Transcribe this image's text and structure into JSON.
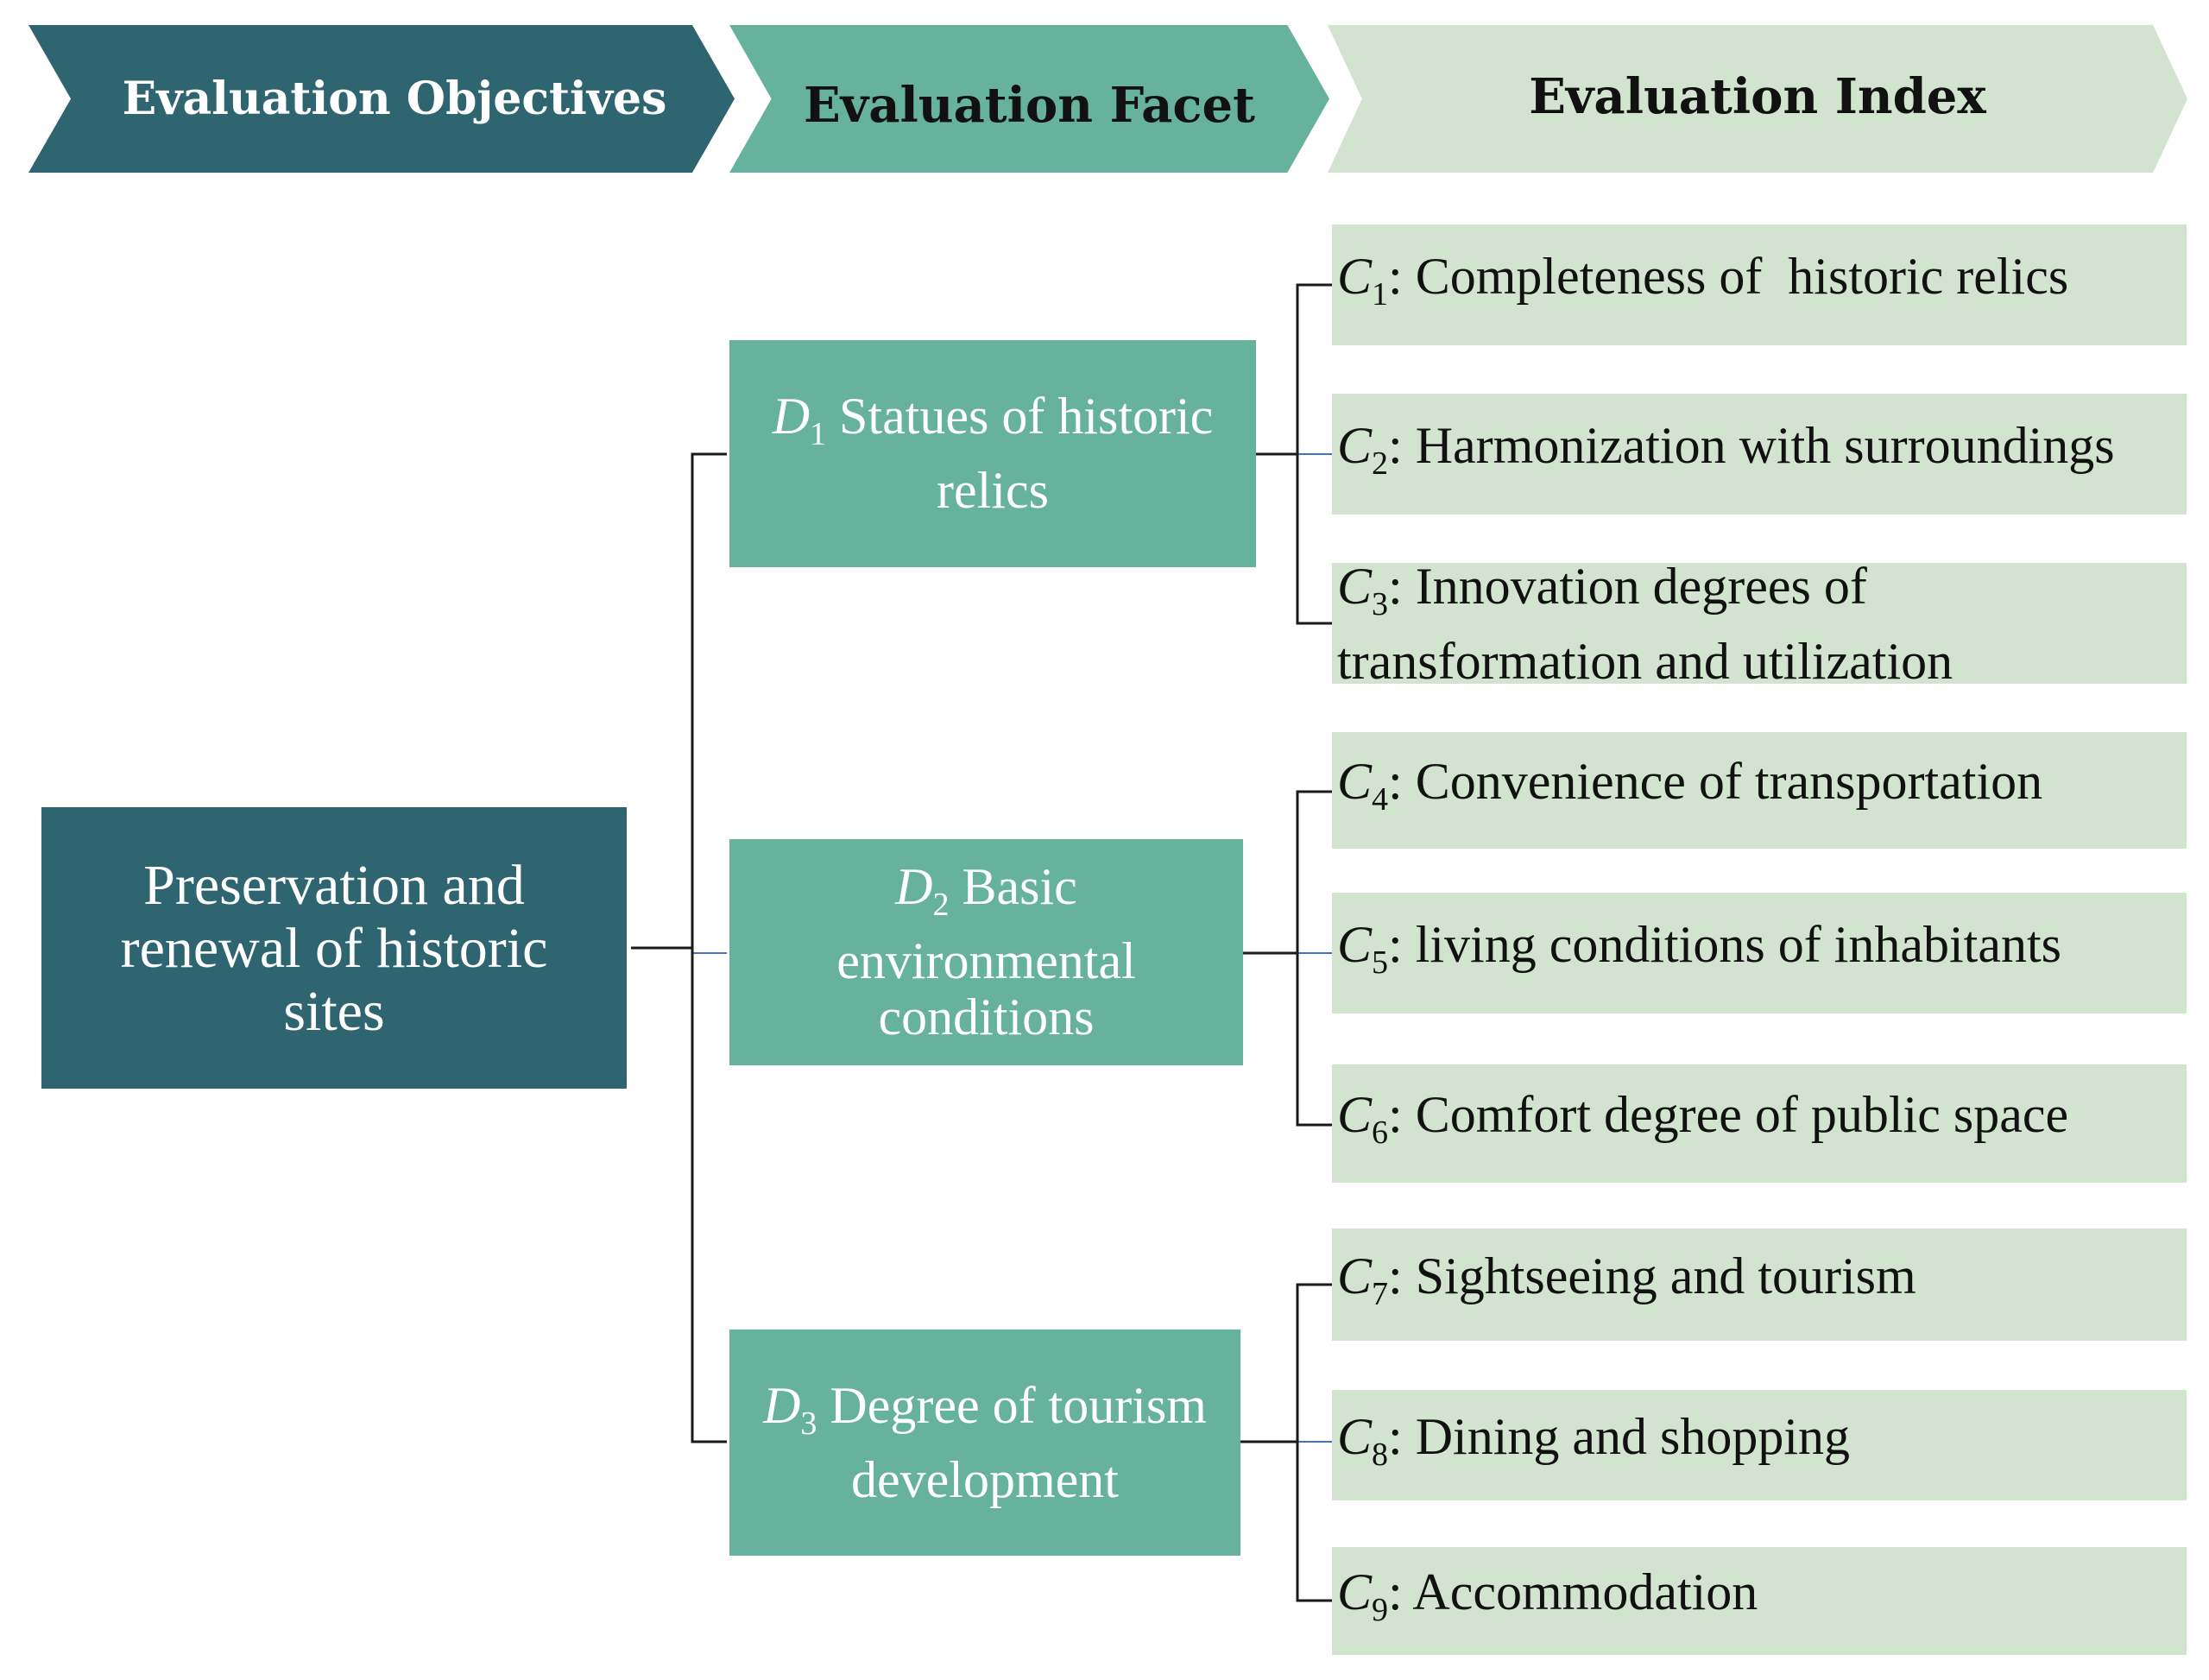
{
  "colors": {
    "objective_fill": "#2f6570",
    "facet_fill": "#67b29c",
    "index_fill": "#d2e3cf",
    "connector": "#1a1a1a",
    "connector_accent": "#4472c4"
  },
  "header": {
    "objectives": "Evaluation Objectives",
    "facet": "Evaluation Facet",
    "index": "Evaluation Index"
  },
  "objective": {
    "label": "Preservation and renewal of historic sites"
  },
  "facets": [
    {
      "letter": "D",
      "sub": "1",
      "label": "Statues of historic relics",
      "indices": [
        {
          "letter": "C",
          "sub": "1",
          "label": ": Completeness of  historic relics"
        },
        {
          "letter": "C",
          "sub": "2",
          "label": ": Harmonization with surroundings"
        },
        {
          "letter": "C",
          "sub": "3",
          "label": ": Innovation degrees of transformation and utilization"
        }
      ]
    },
    {
      "letter": "D",
      "sub": "2",
      "label": "Basic environmental conditions",
      "indices": [
        {
          "letter": "C",
          "sub": "4",
          "label": ": Convenience of transportation"
        },
        {
          "letter": "C",
          "sub": "5",
          "label": ": living conditions of inhabitants"
        },
        {
          "letter": "C",
          "sub": "6",
          "label": ": Comfort degree of public space"
        }
      ]
    },
    {
      "letter": "D",
      "sub": "3",
      "label": "Degree of tourism development",
      "indices": [
        {
          "letter": "C",
          "sub": "7",
          "label": ": Sightseeing and tourism"
        },
        {
          "letter": "C",
          "sub": "8",
          "label": ": Dining and shopping"
        },
        {
          "letter": "C",
          "sub": "9",
          "label": ": Accommodation"
        }
      ]
    }
  ]
}
